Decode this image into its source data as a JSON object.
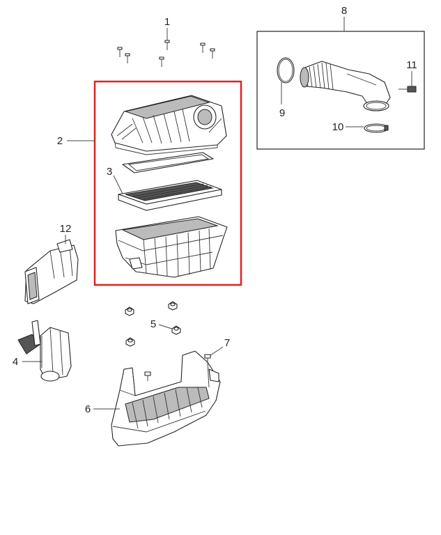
{
  "colors": {
    "highlight": "#e02020",
    "line": "#222222",
    "background": "#ffffff"
  },
  "callouts": [
    {
      "id": "c1",
      "label": "1"
    },
    {
      "id": "c2",
      "label": "2"
    },
    {
      "id": "c3",
      "label": "3"
    },
    {
      "id": "c4",
      "label": "4"
    },
    {
      "id": "c5",
      "label": "5"
    },
    {
      "id": "c6",
      "label": "6"
    },
    {
      "id": "c7",
      "label": "7"
    },
    {
      "id": "c8",
      "label": "8"
    },
    {
      "id": "c9",
      "label": "9"
    },
    {
      "id": "c10",
      "label": "10"
    },
    {
      "id": "c11",
      "label": "11"
    },
    {
      "id": "c12",
      "label": "12"
    }
  ],
  "icons": {
    "bolt": "bolt-icon",
    "nut": "nut-icon",
    "clamp": "clamp-icon"
  }
}
